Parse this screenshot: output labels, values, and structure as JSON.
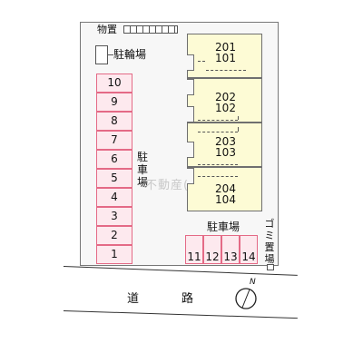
{
  "labels": {
    "storage": "物置",
    "bicycle_parking": "駐輪場",
    "parking_west": [
      "駐",
      "車",
      "場"
    ],
    "parking_south": "駐車場",
    "trash": [
      "ゴ",
      "ミ",
      "置",
      "場"
    ],
    "road": [
      "道",
      "路"
    ],
    "north": "N",
    "watermark": "不動産(株)"
  },
  "parking_west_spaces": [
    "10",
    "9",
    "8",
    "7",
    "6",
    "5",
    "4",
    "3",
    "2",
    "1"
  ],
  "parking_south_spaces": [
    "11",
    "12",
    "13",
    "14"
  ],
  "units": [
    {
      "upper": "201",
      "lower": "101"
    },
    {
      "upper": "202",
      "lower": "102"
    },
    {
      "upper": "203",
      "lower": "103"
    },
    {
      "upper": "204",
      "lower": "104"
    }
  ],
  "colors": {
    "parking_fill": "#fde9ee",
    "parking_border": "#e46a86",
    "unit_fill": "#fdfbd5"
  },
  "icons": [
    "compass-north-icon"
  ]
}
